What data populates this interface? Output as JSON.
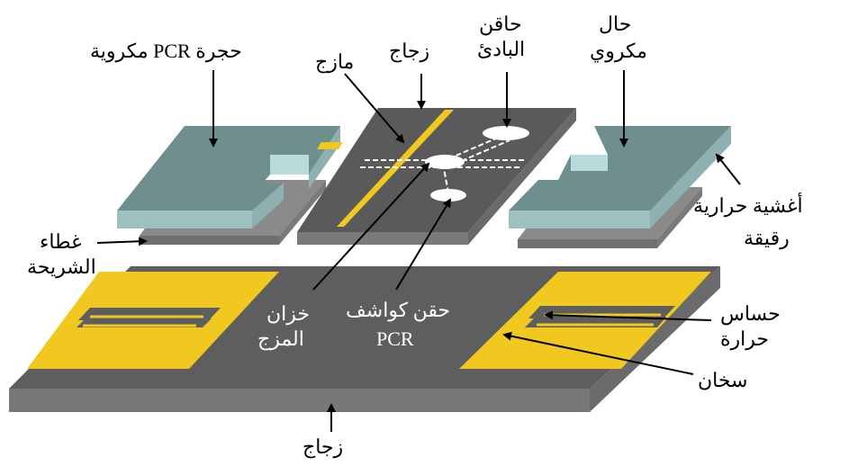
{
  "labels": {
    "pcr_chamber": "حجرة PCR مكروية",
    "mixer": "مازج",
    "glass_top": "زجاج",
    "primer_injector_1": "حاقن",
    "primer_injector_2": "البادئ",
    "micro_solver_1": "حال",
    "micro_solver_2": "مكروي",
    "chip_cover_1": "غطاء",
    "chip_cover_2": "الشريحة",
    "thin_film_1": "أغشية حرارية",
    "thin_film_2": "رقيقة",
    "mix_reservoir_1": "خزان",
    "mix_reservoir_2": "المزج",
    "detector_inj_1": "حقن كواشف",
    "detector_inj_2": "PCR",
    "temp_sensor_1": "حساس",
    "temp_sensor_2": "حرارة",
    "heater": "سخان",
    "glass_bottom": "زجاج"
  },
  "colors": {
    "chamber_top": "#6f8f8f",
    "chamber_side": "#9fc0c0",
    "chip_dark": "#5a5a5a",
    "chip_side": "#7a7a7a",
    "gold": "#f0c820",
    "base_top": "#5e5e5e",
    "base_side": "#777777",
    "cover": "#8a8a8a"
  }
}
